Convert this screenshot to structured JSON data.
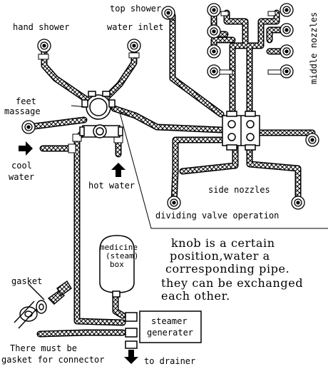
{
  "labels": {
    "hand_shower": "hand shower",
    "top_shower": "top shower",
    "water_inlet": "water inlet",
    "middle_nozzles": "middle nozzles",
    "feet": "feet",
    "massage": "massage",
    "cool": "cool",
    "water": "water",
    "hot_water": "hot water",
    "side_nozzles": "side nozzles",
    "dividing_valve": "dividing valve operation",
    "medicine": "medicine",
    "steam": "(steam)",
    "box": "box",
    "gasket": "gasket",
    "steamer": "steamer",
    "generater": "generater",
    "must_be_1": "There must be",
    "must_be_2": "gasket for connector",
    "to_drainer": "to drainer"
  },
  "note": {
    "line1": "knob is a certain",
    "line2": "position,water a",
    "line3": "corresponding pipe.",
    "line4": "they can be exchanged",
    "line5": "each other."
  }
}
